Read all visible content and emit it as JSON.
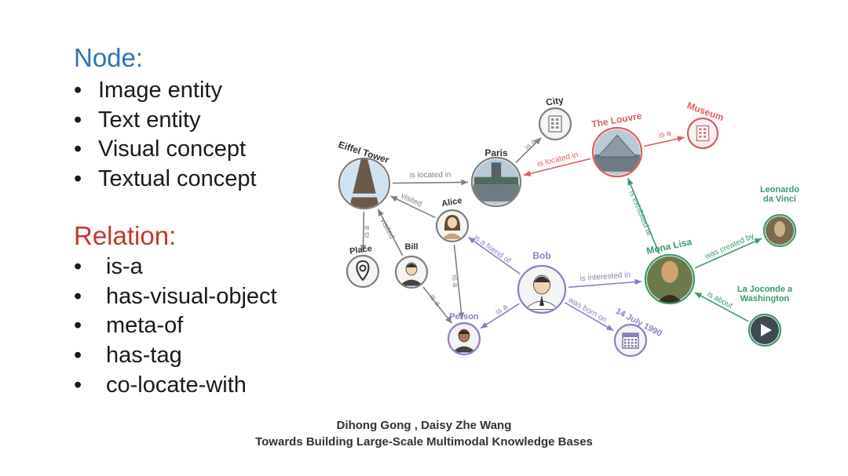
{
  "slide": {
    "node_heading": "Node:",
    "node_items": [
      "Image entity",
      "Text entity",
      "Visual concept",
      "Textual concept"
    ],
    "relation_heading": "Relation:",
    "relation_items": [
      "is-a",
      "has-visual-object",
      "meta-of",
      "has-tag",
      "co-locate-with"
    ],
    "citation_authors": "Dihong Gong , Daisy Zhe Wang",
    "citation_title": "Towards Building Large-Scale Multimodal Knowledge Bases",
    "bullet": "•"
  },
  "colors": {
    "node_heading": "#2e75b6",
    "relation_heading": "#c0392b",
    "gray": "#7f7f7f",
    "blue": "#4472c4",
    "red": "#e05a5a",
    "purple": "#8e7cc3",
    "green": "#3a9a6b"
  },
  "graph": {
    "nodes": {
      "eiffel": {
        "label": "Eiffel Tower",
        "color": "gray",
        "icon": "eiffel-tower-photo-icon"
      },
      "paris": {
        "label": "Paris",
        "color": "gray",
        "icon": "paris-photo-icon"
      },
      "city": {
        "label": "City",
        "color": "gray",
        "icon": "building-icon"
      },
      "louvre": {
        "label": "The Louvre",
        "color": "red",
        "icon": "louvre-photo-icon"
      },
      "museum": {
        "label": "Museum",
        "color": "red",
        "icon": "museum-icon"
      },
      "alice": {
        "label": "Alice",
        "color": "gray",
        "icon": "woman-icon"
      },
      "bill": {
        "label": "Bill",
        "color": "gray",
        "icon": "man-icon"
      },
      "place": {
        "label": "Place",
        "color": "gray",
        "icon": "map-pin-icon"
      },
      "person": {
        "label": "Person",
        "color": "purple",
        "icon": "person-icon"
      },
      "bob": {
        "label": "Bob",
        "color": "purple",
        "icon": "businessman-icon"
      },
      "monalisa": {
        "label": "Mona Lisa",
        "color": "green",
        "icon": "mona-lisa-photo-icon"
      },
      "leonardo": {
        "label": "Leonardo\nda Vinci",
        "color": "green",
        "icon": "leonardo-portrait-icon"
      },
      "joconde": {
        "label": "La Joconde a\nWashington",
        "color": "green",
        "icon": "video-play-icon"
      },
      "date": {
        "label": "14 July 1990",
        "color": "purple",
        "icon": "calendar-icon"
      }
    },
    "edges": [
      {
        "label": "is located in",
        "color": "gray"
      },
      {
        "label": "is a",
        "color": "gray"
      },
      {
        "label": "is located in",
        "color": "red"
      },
      {
        "label": "is a",
        "color": "red"
      },
      {
        "label": "visited",
        "color": "gray"
      },
      {
        "label": "visited",
        "color": "gray"
      },
      {
        "label": "is a",
        "color": "gray"
      },
      {
        "label": "is a",
        "color": "gray"
      },
      {
        "label": "is a",
        "color": "gray"
      },
      {
        "label": "is a friend of",
        "color": "purple"
      },
      {
        "label": "is a",
        "color": "purple"
      },
      {
        "label": "is interested in",
        "color": "purple"
      },
      {
        "label": "was born on",
        "color": "purple"
      },
      {
        "label": "is exhibited at",
        "color": "green"
      },
      {
        "label": "was created by",
        "color": "green"
      },
      {
        "label": "is about",
        "color": "green"
      }
    ]
  }
}
